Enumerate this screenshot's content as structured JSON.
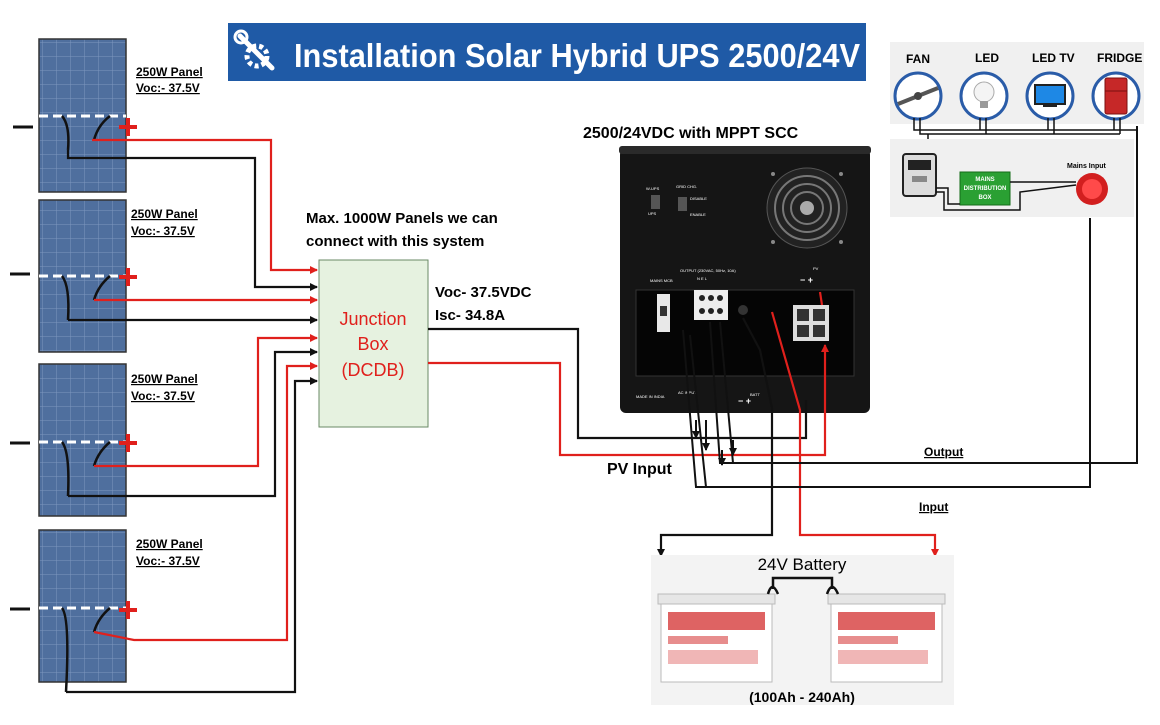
{
  "title": "Installation Solar Hybrid UPS 2500/24V",
  "panels": [
    {
      "name": "250W Panel",
      "voc": "Voc:- 37.5V"
    },
    {
      "name": "250W Panel",
      "voc": "Voc:- 37.5V"
    },
    {
      "name": "250W Panel",
      "voc": "Voc:- 37.5V"
    },
    {
      "name": "250W Panel",
      "voc": "Voc:- 37.5V"
    }
  ],
  "note": {
    "line1": "Max. 1000W Panels we can",
    "line2": "connect with this system"
  },
  "junction_box": {
    "line1": "Junction",
    "line2": "Box",
    "line3": "(DCDB)"
  },
  "pv_specs": {
    "voc": "Voc- 37.5VDC",
    "isc": "Isc- 34.8A"
  },
  "inverter_title": "2500/24VDC with MPPT SCC",
  "inverter_labels": {
    "grid_chg": "GRID CHG.",
    "w_ups": "W-UPS",
    "ups": "UPS",
    "disable": "DISABLE",
    "enable": "ENABLE",
    "mains_mcb": "MAINS MCB",
    "output": "OUTPUT (230VAC, 50Hz, 10A)",
    "nel": "N  E  L",
    "pv": "PV",
    "made_in": "MADE IN INDIA",
    "ac_input": "AC INPUT",
    "batt": "BATT"
  },
  "pv_input_label": "PV Input",
  "output_label": "Output",
  "input_label": "Input",
  "loads": [
    "FAN",
    "LED",
    "LED TV",
    "FRIDGE"
  ],
  "distribution": {
    "box_line1": "MAINS",
    "box_line2": "DISTRIBUTION",
    "box_line3": "BOX",
    "mains_input": "Mains Input"
  },
  "battery": {
    "title": "24V Battery",
    "capacity": "(100Ah - 240Ah)"
  },
  "colors": {
    "title_bg": "#1f5aa6",
    "positive_wire": "#e0201c",
    "negative_wire": "#111111",
    "junction_fill": "#e6f2e0",
    "junction_text": "#e0201c",
    "panel_blue": "#4f6f9e",
    "distribution_green": "#2aa033"
  }
}
